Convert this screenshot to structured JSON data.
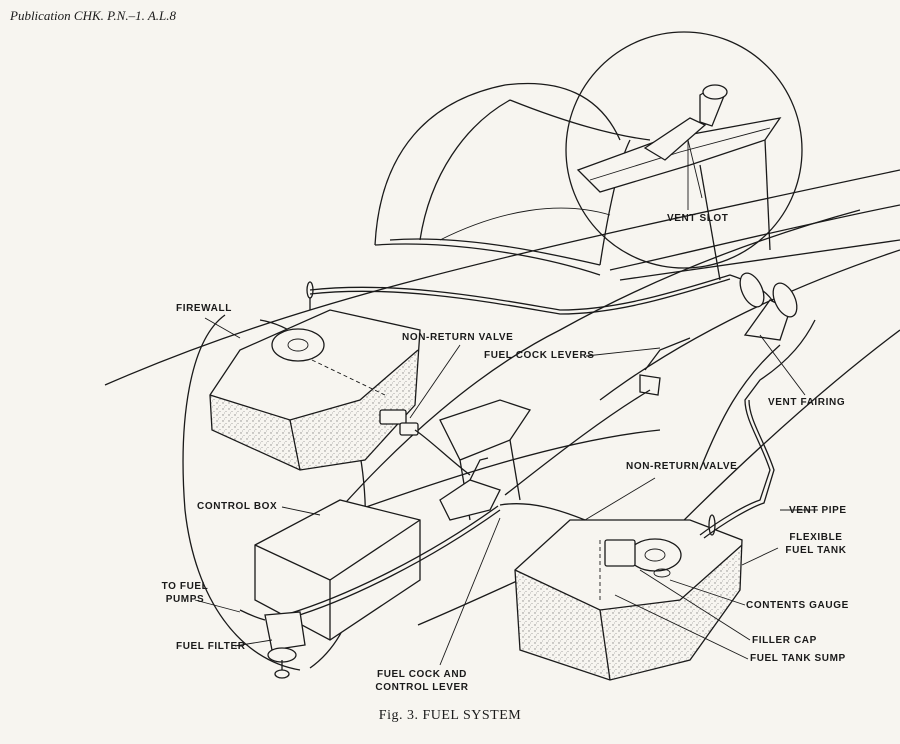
{
  "header": {
    "publication": "Publication CHK. P.N.–1. A.L.8"
  },
  "caption": {
    "prefix": "Fig. 3.",
    "title": "FUEL SYSTEM"
  },
  "labels": {
    "vent_slot": "VENT SLOT",
    "firewall": "FIREWALL",
    "non_return_valve_top": "NON-RETURN VALVE",
    "fuel_cock_levers": "FUEL COCK LEVERS",
    "vent_fairing": "VENT FAIRING",
    "non_return_valve_right": "NON-RETURN VALVE",
    "control_box": "CONTROL BOX",
    "vent_pipe": "VENT PIPE",
    "flexible_fuel_tank_1": "FLEXIBLE",
    "flexible_fuel_tank_2": "FUEL TANK",
    "to_fuel_pumps_1": "TO FUEL",
    "to_fuel_pumps_2": "PUMPS",
    "contents_gauge": "CONTENTS GAUGE",
    "fuel_filter": "FUEL FILTER",
    "filler_cap": "FILLER CAP",
    "fuel_tank_sump": "FUEL TANK SUMP",
    "fuel_cock_and_control_lever_1": "FUEL COCK AND",
    "fuel_cock_and_control_lever_2": "CONTROL LEVER"
  }
}
